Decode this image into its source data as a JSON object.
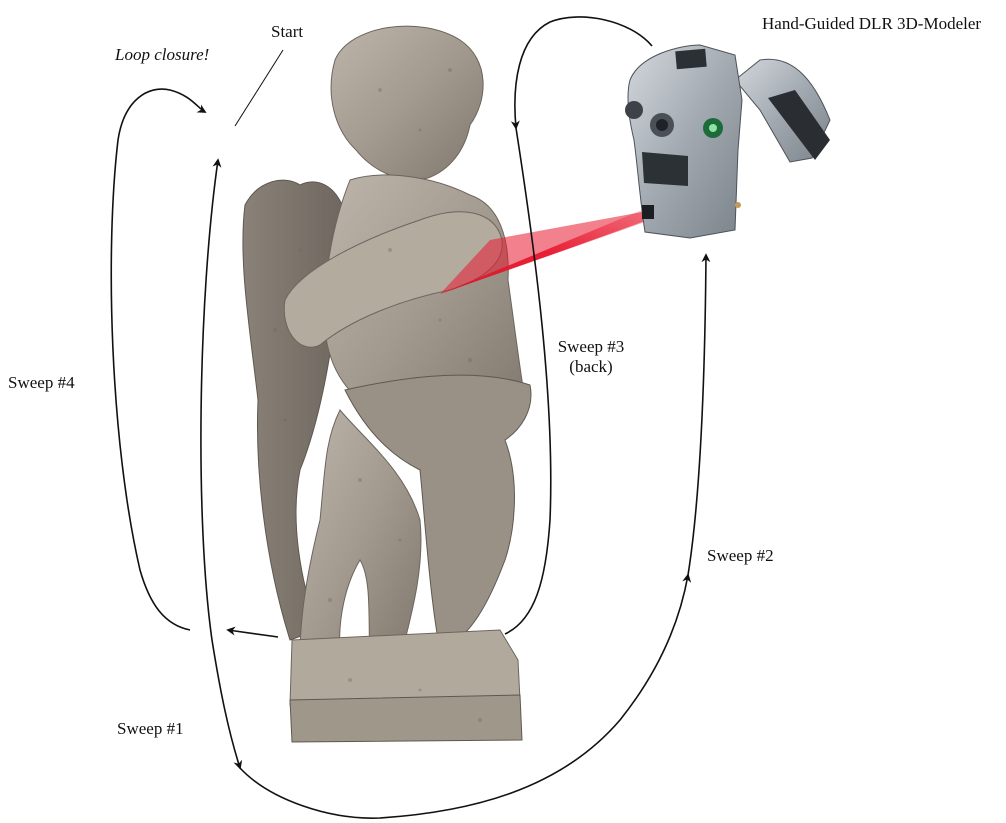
{
  "labels": {
    "start": "Start",
    "loop_closure": "Loop closure!",
    "device": "Hand-Guided DLR 3D-Modeler",
    "sweep1": "Sweep #1",
    "sweep2": "Sweep #2",
    "sweep3_line1": "Sweep #3",
    "sweep3_line2": "(back)",
    "sweep4": "Sweep #4"
  },
  "colors": {
    "path": "#111111",
    "laser": "#e8192f",
    "stone": "#a39a8f",
    "device_body": "#9da4ab"
  },
  "icons": {
    "statue": "cherub-statue-photo",
    "device": "3d-modeler-scanner"
  }
}
